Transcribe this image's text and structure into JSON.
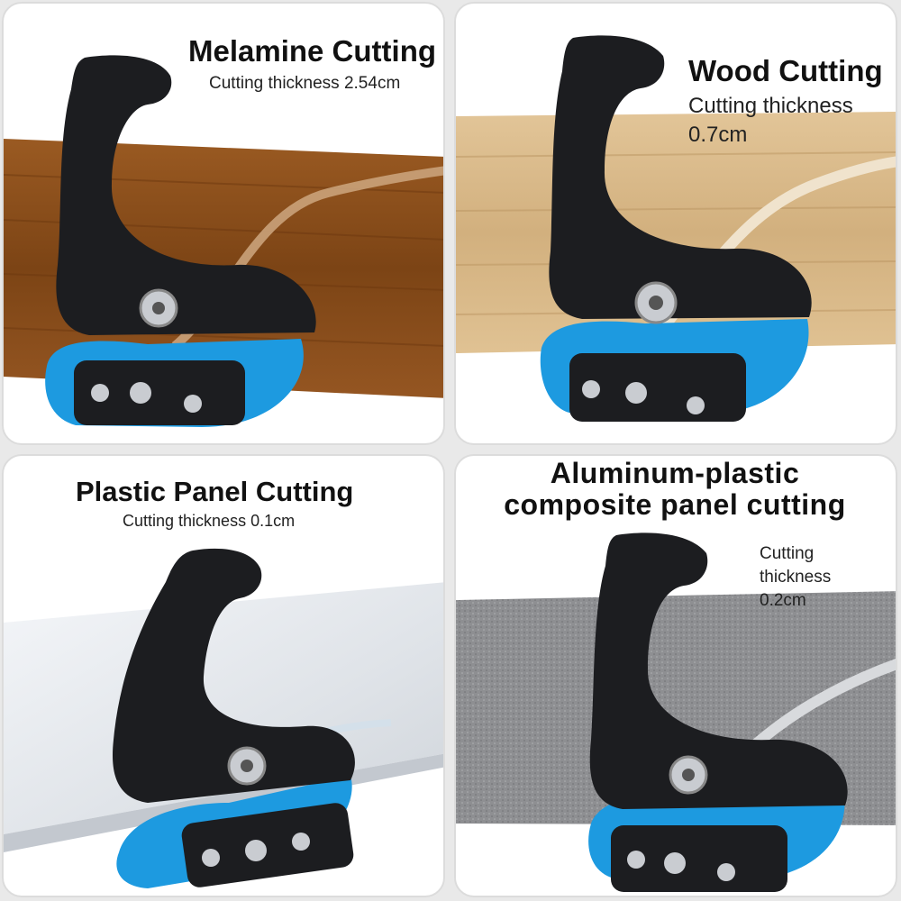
{
  "panels": [
    {
      "title": "Melamine Cutting",
      "subtitle": "Cutting thickness 2.54cm",
      "material": "melamine",
      "board_color": "#8a4f1c"
    },
    {
      "title": "Wood Cutting",
      "subtitle": "Cutting thickness 0.7cm",
      "material": "wood",
      "board_color": "#d9bc8e"
    },
    {
      "title": "Plastic Panel Cutting",
      "subtitle": "Cutting thickness 0.1cm",
      "material": "plastic",
      "board_color": "#e6eaef"
    },
    {
      "title": "Aluminum-plastic composite panel cutting",
      "subtitle": "Cutting thickness 0.2cm",
      "material": "aluminum-plastic",
      "board_color": "#8e8f92"
    }
  ],
  "colors": {
    "tool_body": "#1c1d20",
    "blade_blue": "#1d9ae0",
    "bolt": "#c9ccd1"
  }
}
